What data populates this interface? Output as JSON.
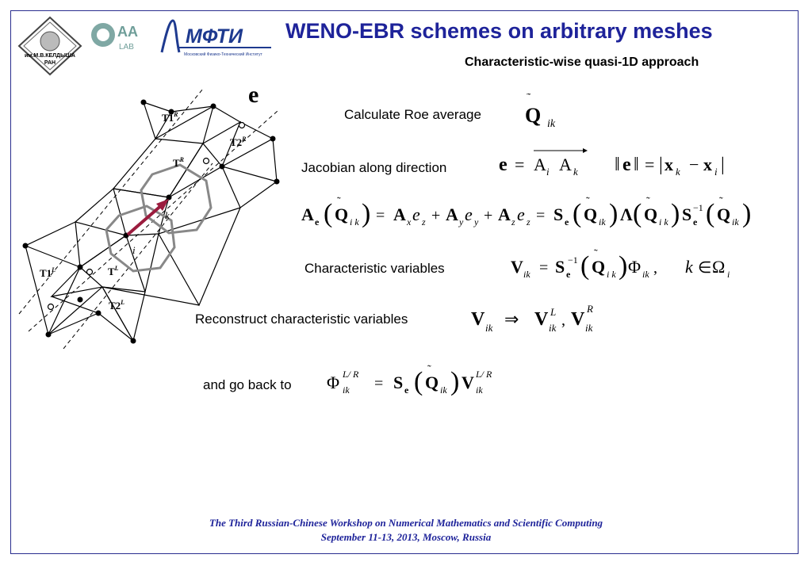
{
  "slide": {
    "title": "WENO-EBR schemes on arbitrary meshes",
    "subtitle": "Characteristic-wise quasi-1D approach"
  },
  "logos": {
    "keldysh_text": "им.М.В.КЕЛДЫША\nРАН",
    "aa_lab_text": "AA LAB",
    "mipt_text": "МФТИ",
    "mipt_caption": "Московский Физико-Технический Институт"
  },
  "diagram": {
    "direction_label": "e",
    "labels": [
      "T1R",
      "T2R",
      "TR",
      "k",
      "i",
      "T1L",
      "TL",
      "T2L"
    ]
  },
  "steps": {
    "roe": "Calculate Roe average",
    "jacobian": "Jacobian along direction",
    "characteristic": "Characteristic variables",
    "reconstruct": "Reconstruct characteristic variables",
    "goback": "and go back to"
  },
  "footer": {
    "line1": "The Third Russian-Chinese Workshop on Numerical Mathematics and Scientific Computing",
    "line2": "September 11-13, 2013, Moscow, Russia"
  }
}
